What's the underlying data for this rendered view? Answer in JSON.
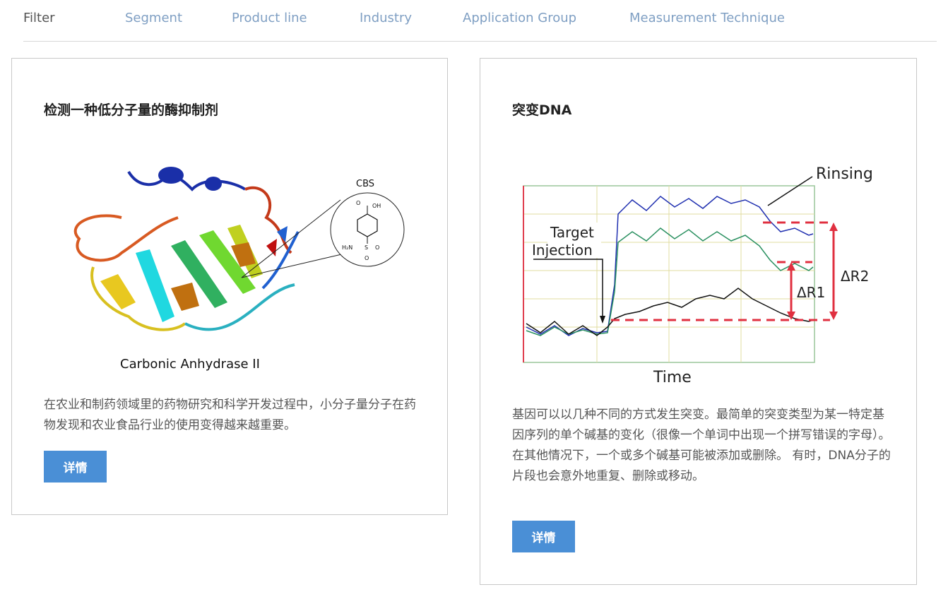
{
  "filter": {
    "label": "Filter",
    "items": [
      "Segment",
      "Product line",
      "Industry",
      "Application Group",
      "Measurement Technique"
    ]
  },
  "cards": [
    {
      "title": "检测一种低分子量的酶抑制剂",
      "image": {
        "protein_label": "Carbonic Anhydrase II",
        "molecule_label": "CBS",
        "atom_cooh": "OH",
        "atom_o": "O",
        "atom_nh2": "H₂N",
        "atom_s": "S"
      },
      "body": "在农业和制药领域里的药物研究和科学开发过程中，小分子量分子在药物发现和农业食品行业的使用变得越来越重要。",
      "button": "详情"
    },
    {
      "title": "突变DNA",
      "image": {
        "label_rinsing": "Rinsing",
        "label_target": "Target",
        "label_injection": "Injection",
        "label_r1": "ΔR1",
        "label_r2": "ΔR2",
        "label_time": "Time"
      },
      "body": "基因可以以几种不同的方式发生突变。最简单的突变类型为某一特定基因序列的单个碱基的变化（很像一个单词中出现一个拼写错误的字母）。 在其他情况下，一个或多个碱基可能被添加或删除。 有时，DNA分子的片段也会意外地重复、删除或移动。",
      "button": "详情"
    }
  ]
}
